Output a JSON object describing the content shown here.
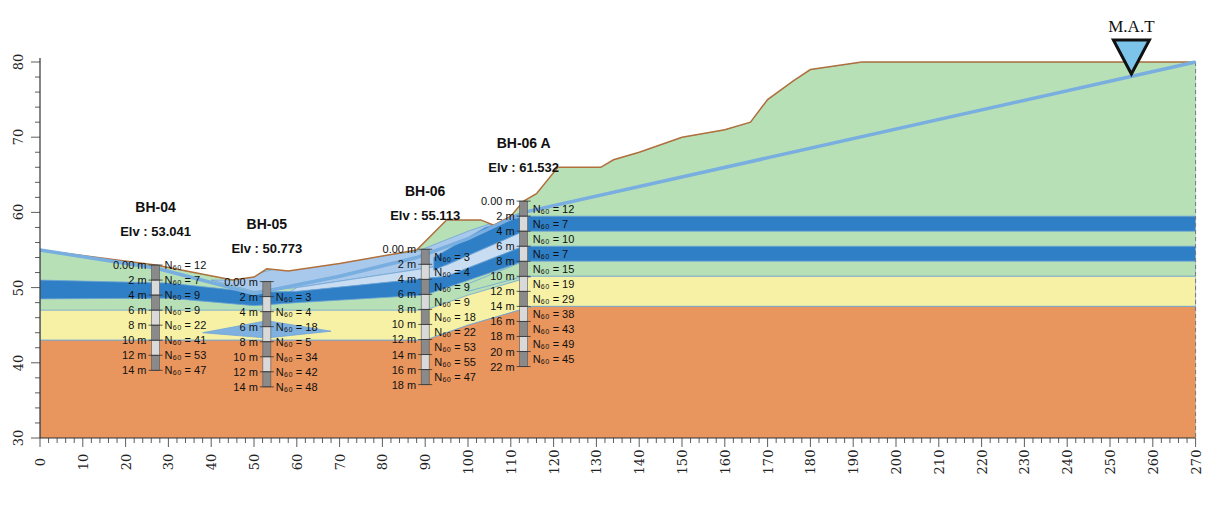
{
  "diagram": {
    "labels": [
      "M.A.T",
      "30",
      "40",
      "50",
      "60",
      "70",
      "80",
      "0",
      "10",
      "20",
      "30",
      "40",
      "50",
      "60",
      "70",
      "80",
      "90",
      "100",
      "110",
      "120",
      "130",
      "140",
      "150",
      "160",
      "170",
      "180",
      "190",
      "200",
      "210",
      "220",
      "230",
      "240",
      "250",
      "260",
      "270",
      "BH-04",
      "Elv : 53.041",
      "0.00 m",
      "2 m",
      "4 m",
      "6 m",
      "8 m",
      "10 m",
      "12 m",
      "14 m",
      "N₆₀ = 12",
      "N₆₀ = 7",
      "N₆₀ = 9",
      "N₆₀ = 9",
      "N₆₀ = 22",
      "N₆₀ = 41",
      "N₆₀ = 53",
      "N₆₀ = 47",
      "BH-05",
      "Elv : 50.773",
      "0.00 m",
      "2 m",
      "4 m",
      "6 m",
      "8 m",
      "10 m",
      "12 m",
      "14 m",
      "N₆₀ = 3",
      "N₆₀ = 4",
      "N₆₀ = 18",
      "N₆₀ = 5",
      "N₆₀ = 34",
      "N₆₀ = 42",
      "N₆₀ = 48",
      "BH-06",
      "Elv : 55.113",
      "0.00 m",
      "2 m",
      "4 m",
      "6 m",
      "8 m",
      "10 m",
      "12 m",
      "14 m",
      "16 m",
      "18 m",
      "N₆₀ = 3",
      "N₆₀ = 4",
      "N₆₀ = 9",
      "N₆₀ = 9",
      "N₆₀ = 18",
      "N₆₀ = 22",
      "N₆₀ = 53",
      "N₆₀ = 55",
      "N₆₀ = 47",
      "BH-06 A",
      "Elv : 61.532",
      "0.00 m",
      "2 m",
      "4 m",
      "6 m",
      "8 m",
      "10 m",
      "12 m",
      "14 m",
      "16 m",
      "18 m",
      "20 m",
      "22 m",
      "N₆₀ = 12",
      "N₆₀ = 7",
      "N₆₀ = 10",
      "N₆₀ = 7",
      "N₆₀ = 15",
      "N₆₀ = 19",
      "N₆₀ = 29",
      "N₆₀ = 38",
      "N₆₀ = 43",
      "N₆₀ = 49",
      "N₆₀ = 45"
    ]
  }
}
